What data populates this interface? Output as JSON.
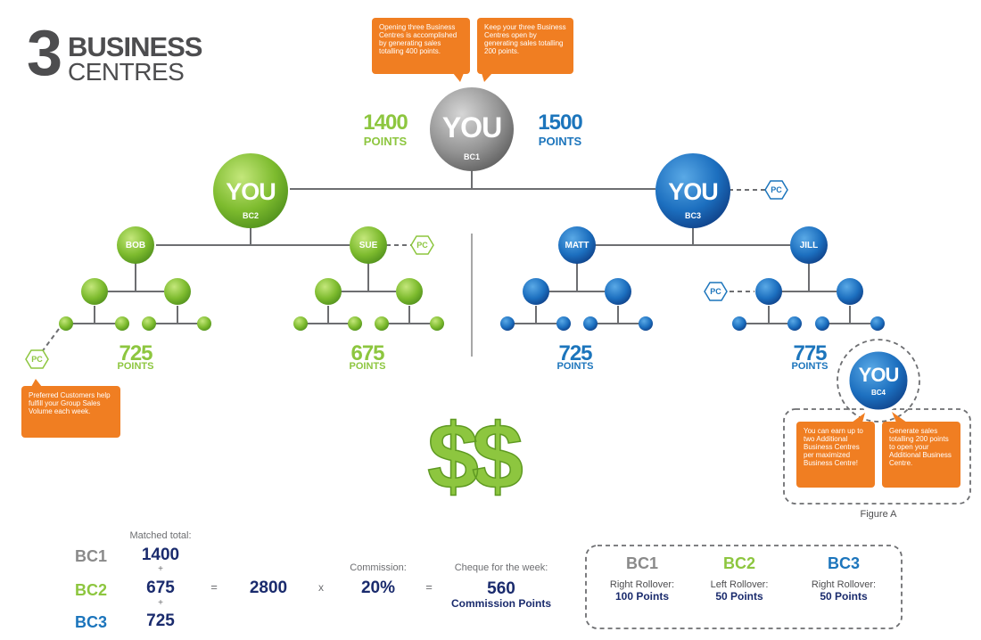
{
  "header": {
    "number": "3",
    "line1": "BUSINESS",
    "line2": "CENTRES"
  },
  "tips": {
    "opening": "Opening three Business Centres is accomplished by generating sales totalling 400 points.",
    "keep": "Keep your three Business Centres open by generating sales totalling 200 points.",
    "preferred": "Preferred Customers help fulfill your Group Sales Volume each week.",
    "earn": "You can earn up to two Additional Business Centres per maximized Business Centre!",
    "generate": "Generate sales totalling 200 points to open your Additional Business Centre."
  },
  "top_points": {
    "left_value": "1400",
    "left_label": "POINTS",
    "right_value": "1500",
    "right_label": "POINTS"
  },
  "nodes": {
    "you": "YOU",
    "bc1": "BC1",
    "bc2": "BC2",
    "bc3": "BC3",
    "bc4": "BC4",
    "bob": "BOB",
    "sue": "SUE",
    "matt": "MATT",
    "jill": "JILL",
    "pc": "PC"
  },
  "leg_points": [
    {
      "value": "725",
      "label": "POINTS"
    },
    {
      "value": "675",
      "label": "POINTS"
    },
    {
      "value": "725",
      "label": "POINTS"
    },
    {
      "value": "775",
      "label": "POINTS"
    }
  ],
  "dollar": "$$",
  "figure_label": "Figure A",
  "calc": {
    "matched_label": "Matched total:",
    "rows": [
      {
        "bc": "BC1",
        "value": "1400"
      },
      {
        "bc": "BC2",
        "value": "675"
      },
      {
        "bc": "BC3",
        "value": "725"
      }
    ],
    "plus": "+",
    "equals": "=",
    "total": "2800",
    "times": "x",
    "commission_label": "Commission:",
    "commission_value": "20%",
    "cheque_label": "Cheque for the week:",
    "cheque_value": "560",
    "cheque_unit": "Commission Points"
  },
  "rollover": [
    {
      "bc": "BC1",
      "label": "Right Rollover:",
      "value": "100 Points"
    },
    {
      "bc": "BC2",
      "label": "Left Rollover:",
      "value": "50 Points"
    },
    {
      "bc": "BC3",
      "label": "Right Rollover:",
      "value": "50 Points"
    }
  ],
  "colors": {
    "green": "#8dc63f",
    "blue": "#1c75bc",
    "grey": "#8a8a8a",
    "orange": "#f07e22",
    "navy": "#1a2b6d"
  }
}
